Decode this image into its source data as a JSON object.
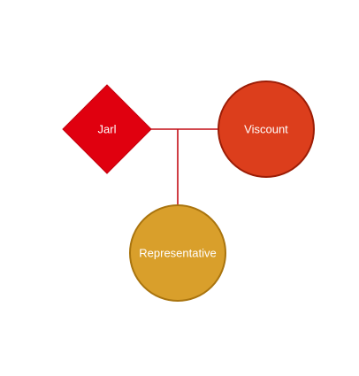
{
  "diagram": {
    "nodes": {
      "jarl": {
        "label": "Jarl",
        "shape": "diamond",
        "fill": "#e0000f",
        "stroke": "#c4000c"
      },
      "viscount": {
        "label": "Viscount",
        "shape": "circle",
        "fill": "#dc3e1c",
        "stroke": "#9c1d06"
      },
      "representative": {
        "label": "Representative",
        "shape": "circle",
        "fill": "#d99f2b",
        "stroke": "#a9740e"
      }
    },
    "connector_color": "#c30d15",
    "edges": [
      {
        "from": "jarl",
        "to": "viscount"
      },
      {
        "from": "jarl-viscount-junction",
        "to": "representative"
      }
    ]
  }
}
